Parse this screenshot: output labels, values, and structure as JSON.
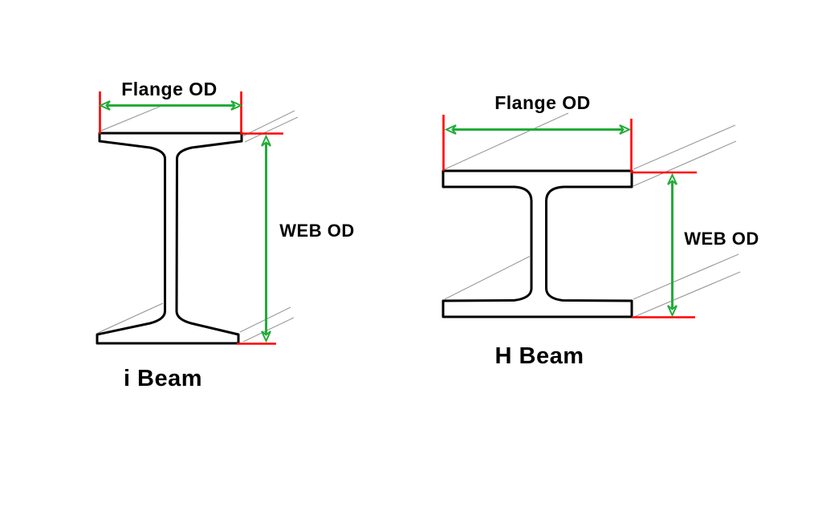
{
  "diagram": {
    "description": "Cross-section comparison of i Beam and H Beam with outer dimension callouts",
    "colors": {
      "beam_outline": "#000000",
      "beam_fill": "#ffffff",
      "dimension_arrow_green": "#22ac38",
      "extent_line_red": "#ff0000",
      "perspective_line_gray": "#9c9c9c",
      "background": "#ffffff"
    },
    "i_beam": {
      "name": "i Beam",
      "flange_dim_label": "Flange OD",
      "web_dim_label": "WEB OD"
    },
    "h_beam": {
      "name": "H Beam",
      "flange_dim_label": "Flange OD",
      "web_dim_label": "WEB OD"
    }
  }
}
